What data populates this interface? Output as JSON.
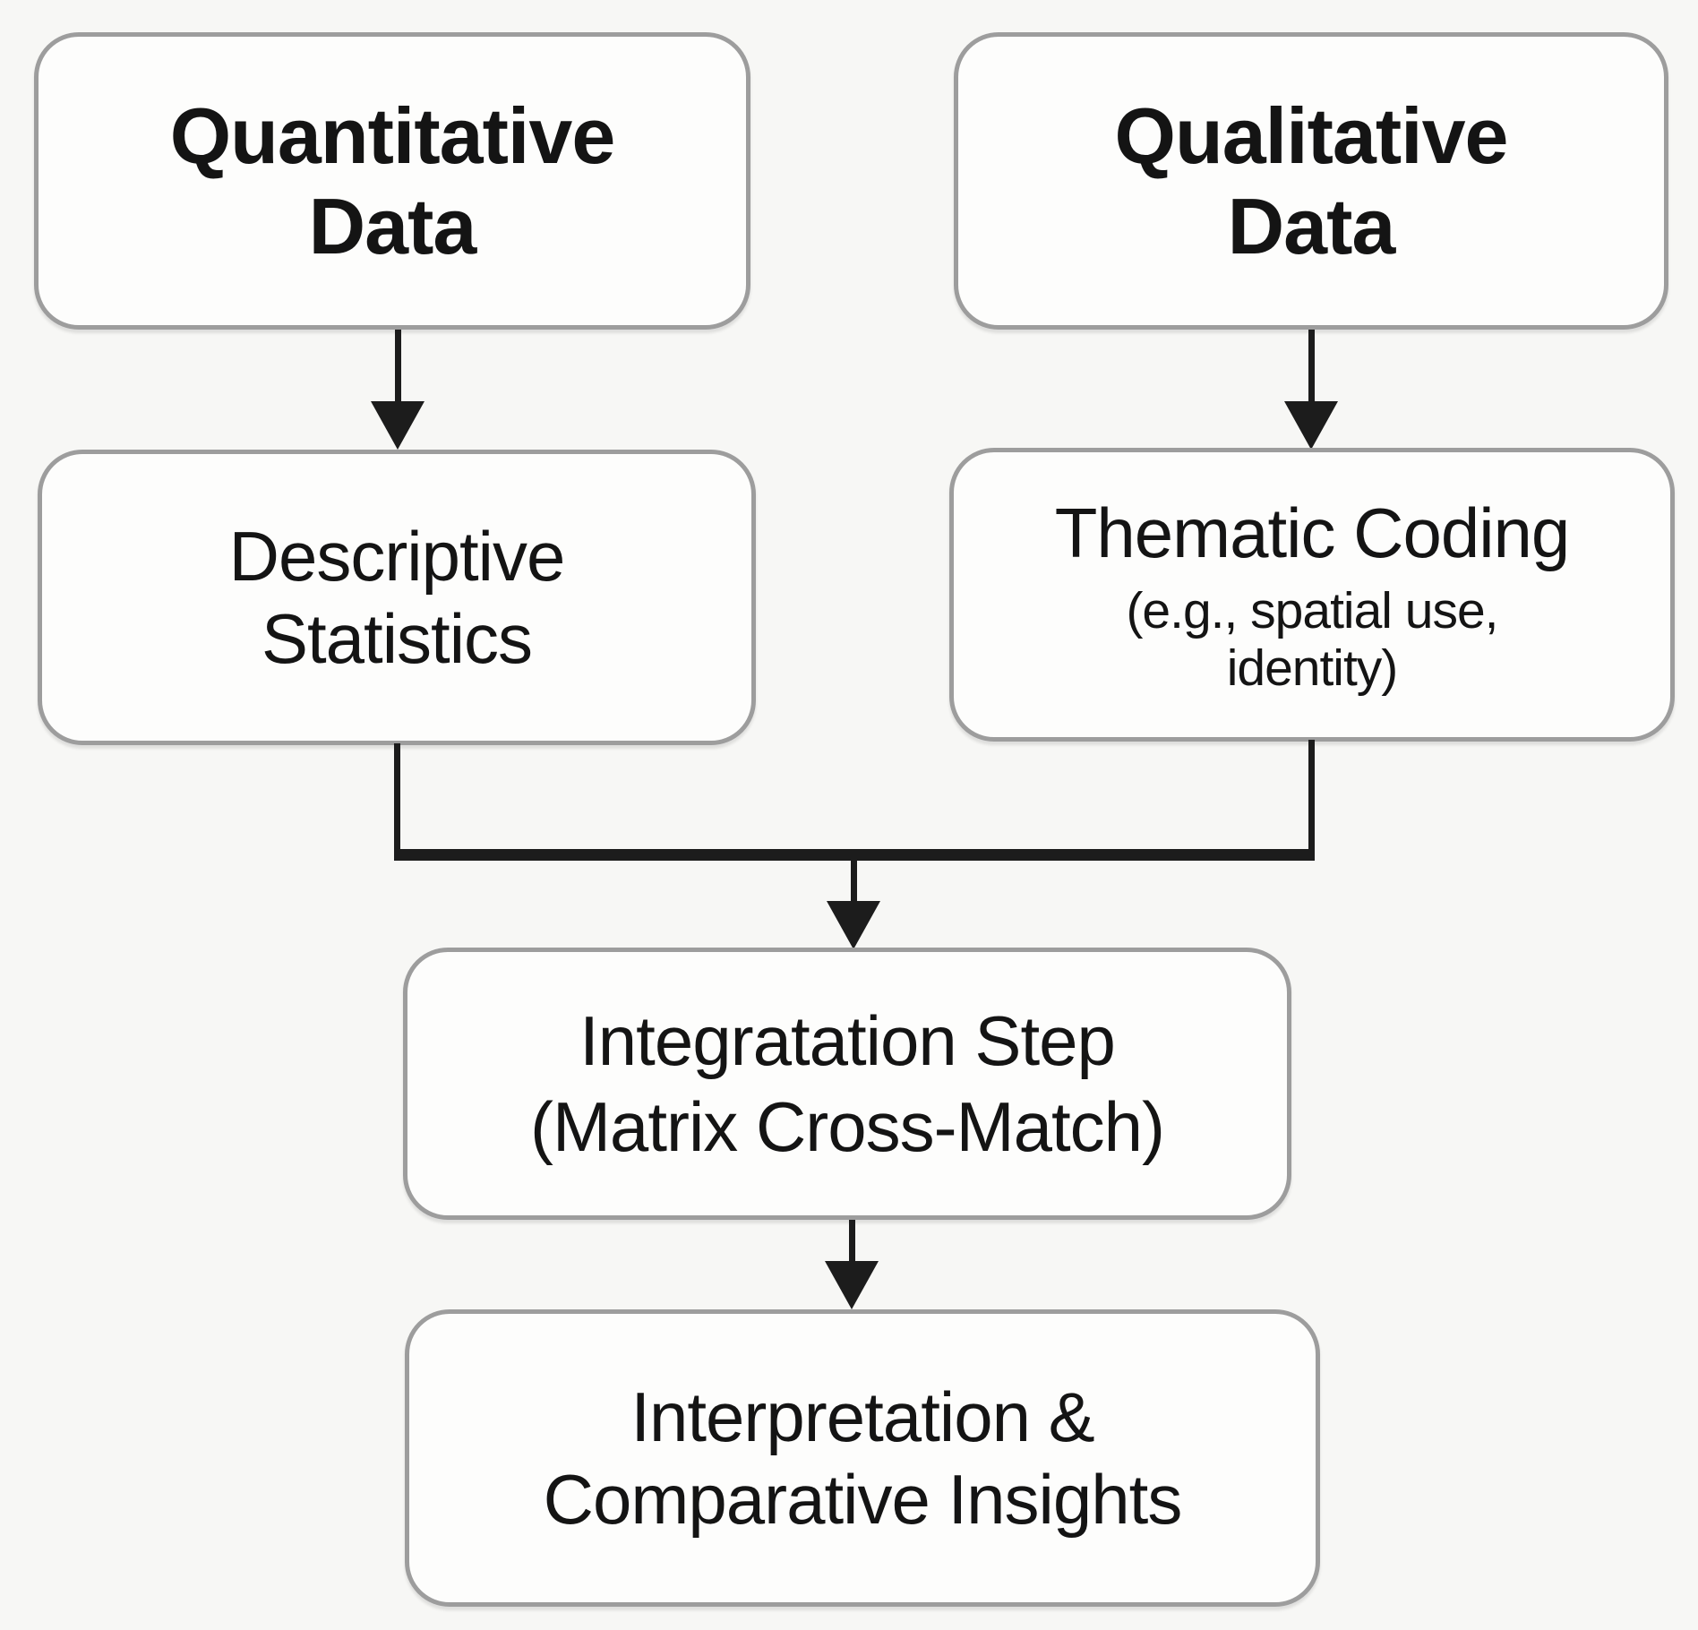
{
  "diagram": {
    "type": "flowchart",
    "direction": "top-down",
    "nodes": {
      "quantitative": {
        "label": "Quantitative Data",
        "emphasis": "bold"
      },
      "qualitative": {
        "label": "Qualitative Data",
        "emphasis": "bold"
      },
      "descriptive": {
        "label": "Descriptive Statistics"
      },
      "thematic": {
        "label": "Thematic Coding",
        "sublabel": "(e.g., spatial use, identity)"
      },
      "integration": {
        "label": "Integratation Step",
        "sublabel": "(Matrix Cross-Match)"
      },
      "interpretation": {
        "label": "Interpretation & Comparative Insights"
      }
    },
    "edges": [
      {
        "from": "quantitative",
        "to": "descriptive",
        "style": "arrow"
      },
      {
        "from": "qualitative",
        "to": "thematic",
        "style": "arrow"
      },
      {
        "from": "descriptive",
        "to": "integration",
        "style": "merge-arrow"
      },
      {
        "from": "thematic",
        "to": "integration",
        "style": "merge-arrow"
      },
      {
        "from": "integration",
        "to": "interpretation",
        "style": "arrow"
      }
    ],
    "colors": {
      "background": "#f7f7f5",
      "node_fill": "#fdfdfc",
      "node_border": "#9d9d9d",
      "text": "#141414",
      "connector": "#1c1c1c"
    }
  }
}
